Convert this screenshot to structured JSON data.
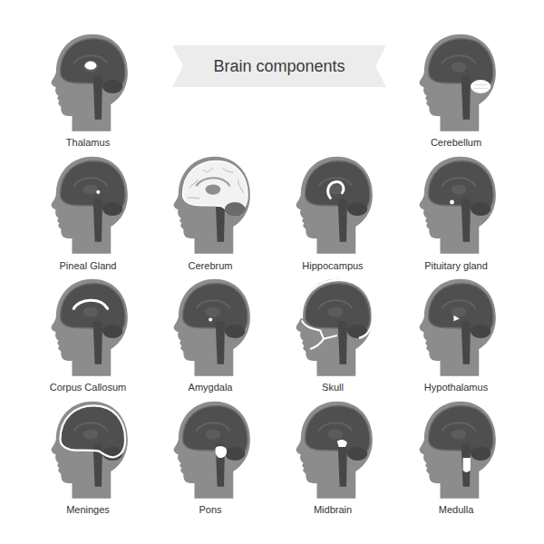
{
  "diagram": {
    "title": "Brain components",
    "labels": [
      "Thalamus",
      "Cerebellum",
      "Pineal Gland",
      "Cerebrum",
      "Hippocampus",
      "Pituitary gland",
      "Corpus Callosum",
      "Amygdala",
      "Skull",
      "Hypothalamus",
      "Meninges",
      "Pons",
      "Midbrain",
      "Medulla"
    ]
  }
}
